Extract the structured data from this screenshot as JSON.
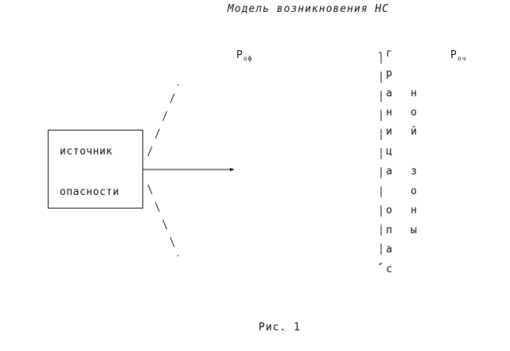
{
  "title": "Модель возникновения НС",
  "symbols": {
    "p_of": {
      "main": "P",
      "sub": "оф"
    },
    "p_och": {
      "main": "P",
      "sub": "оч"
    }
  },
  "source_box": {
    "line1": "источник",
    "line2": "опасности"
  },
  "boundary_column": [
    "г",
    "р",
    "а",
    "н",
    "и",
    "ц",
    "а",
    "",
    "о",
    "п",
    "а",
    "с"
  ],
  "zone_column": [
    "",
    "",
    "н",
    "о",
    "й",
    "",
    "з",
    "о",
    "н",
    "ы",
    "",
    ""
  ],
  "caption": "Рис. 1"
}
